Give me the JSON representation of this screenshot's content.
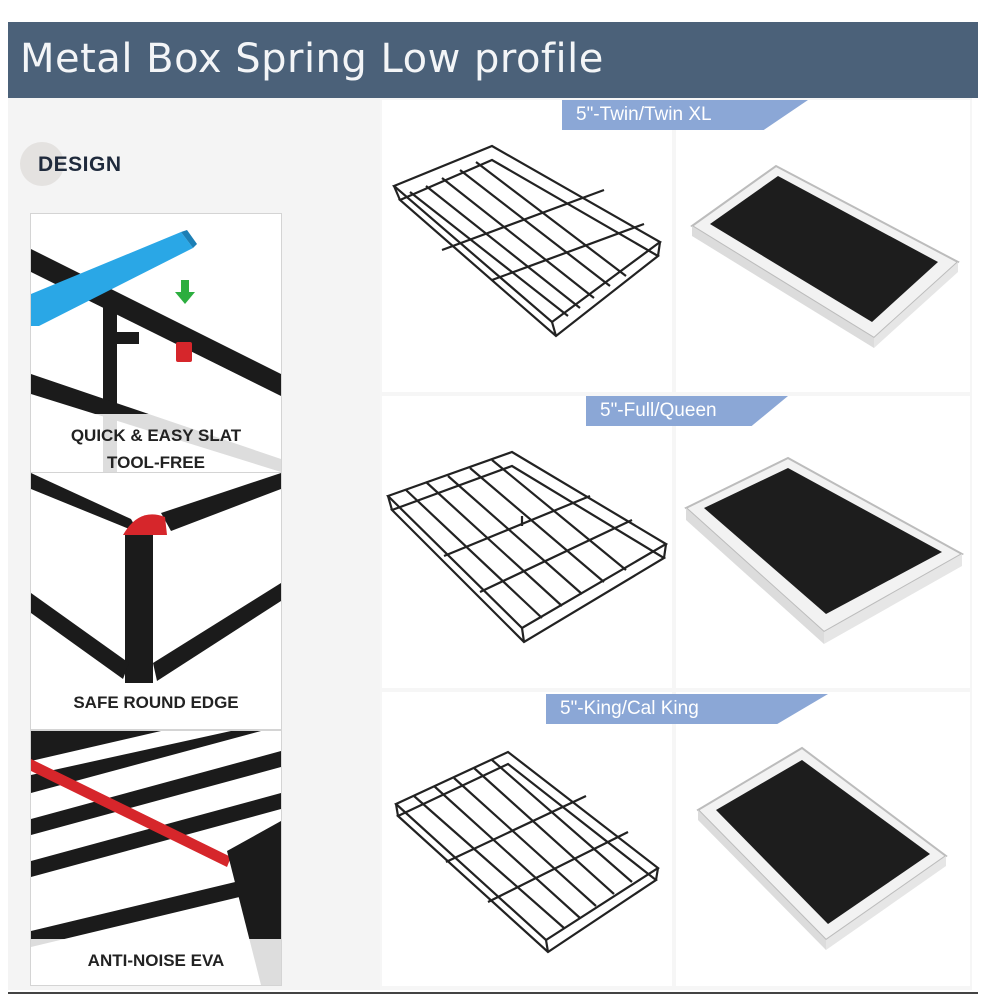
{
  "header": {
    "title": "Metal Box Spring Low profile"
  },
  "design": {
    "label": "DESIGN",
    "features": [
      {
        "label_line1": "QUICK & EASY SLAT",
        "label_line2": "TOOL-FREE"
      },
      {
        "label_line1": "SAFE ROUND EDGE"
      },
      {
        "label_line1": "ANTI-NOISE EVA"
      }
    ]
  },
  "sizes": [
    {
      "label": "5\"-Twin/Twin XL"
    },
    {
      "label": "5\"-Full/Queen"
    },
    {
      "label": "5\"-King/Cal King"
    }
  ],
  "colors": {
    "header_bg": "#4b6179",
    "tag_bg": "#8ba7d6",
    "slat_blue": "#2aa7e6",
    "accent_red": "#d6262b",
    "arrow_green": "#2cae3f"
  }
}
